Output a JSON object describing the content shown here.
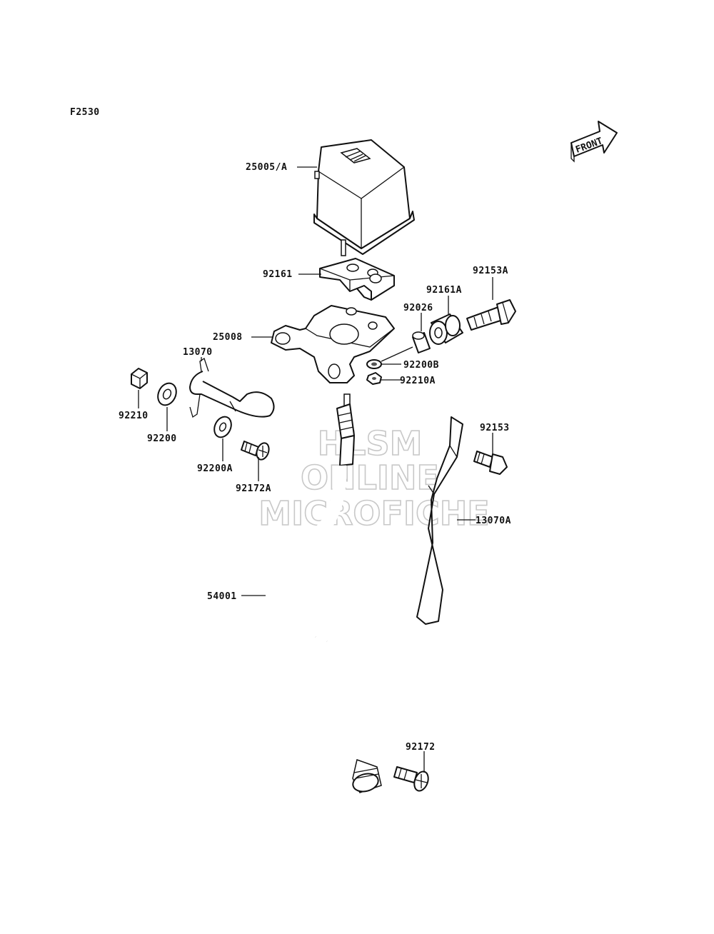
{
  "diagram_code": "F2530",
  "front_label": "FRONT",
  "watermark": [
    "HLSM",
    "ONLINE",
    "MICROFICHE"
  ],
  "parts": {
    "p25005A": "25005/A",
    "p92161": "92161",
    "p92153A": "92153A",
    "p92161A": "92161A",
    "p92026": "92026",
    "p25008": "25008",
    "p13070": "13070",
    "p92200B": "92200B",
    "p92210A": "92210A",
    "p92210": "92210",
    "p92200": "92200",
    "p92153": "92153",
    "p92200A": "92200A",
    "p92172A": "92172A",
    "p13070A": "13070A",
    "p54001": "54001",
    "p92172": "92172"
  }
}
